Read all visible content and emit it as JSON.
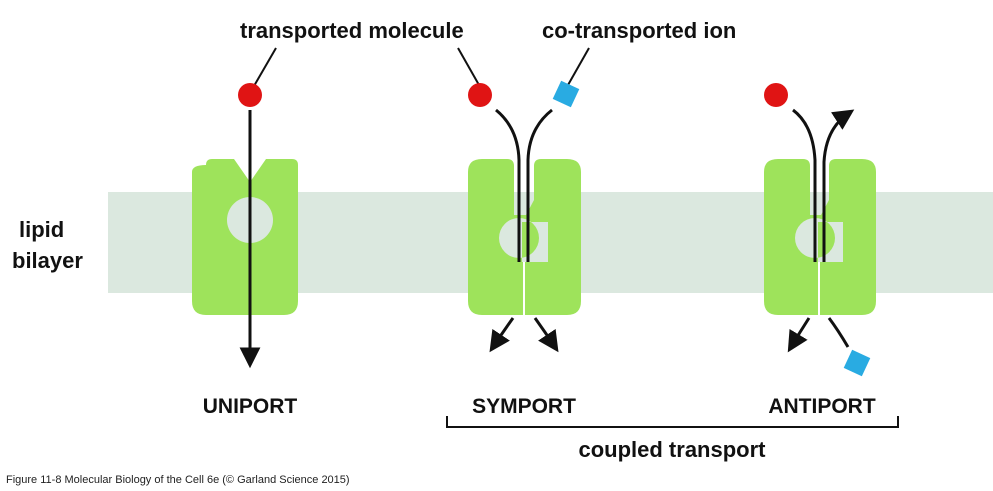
{
  "labels": {
    "transported_molecule": "transported molecule",
    "co_transported_ion": "co-transported ion",
    "lipid": "lipid",
    "bilayer": "bilayer",
    "uniport": "UNIPORT",
    "symport": "SYMPORT",
    "antiport": "ANTIPORT",
    "coupled_transport": "coupled transport"
  },
  "caption": "Figure 11-8 Molecular Biology of the Cell 6e (© Garland Science 2015)",
  "colors": {
    "bilayer": "#dbe8df",
    "protein": "#9ee35b",
    "molecule": "#e01414",
    "ion": "#29abe2",
    "ink": "#111111"
  }
}
